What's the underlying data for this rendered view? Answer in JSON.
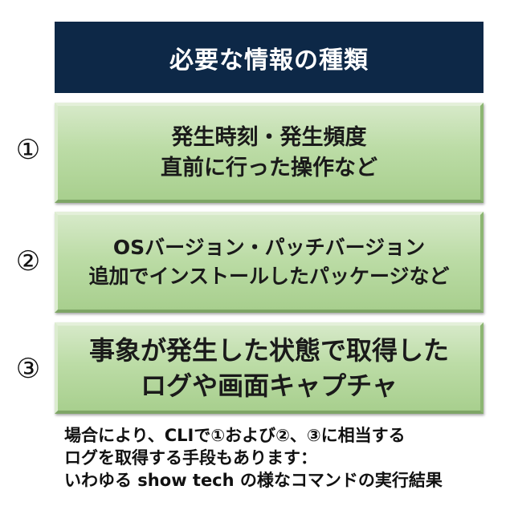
{
  "header": {
    "title": "必要な情報の種類"
  },
  "items": [
    {
      "number": "①",
      "lines": [
        "発生時刻・発生頻度",
        "直前に行った操作など"
      ]
    },
    {
      "number": "②",
      "lines": [
        "OSバージョン・パッチバージョン",
        "追加でインストールしたパッケージなど"
      ]
    },
    {
      "number": "③",
      "lines": [
        "事象が発生した状態で取得した",
        "ログや画面キャプチャ"
      ]
    }
  ],
  "note": {
    "lines": [
      "場合により、CLIで①および②、③に相当する",
      "ログを取得する手段もあります：",
      "いわゆる show tech の様なコマンドの実行結果"
    ]
  },
  "colors": {
    "header_bg": "#0d2847",
    "box_fill": "#bcdca6"
  }
}
